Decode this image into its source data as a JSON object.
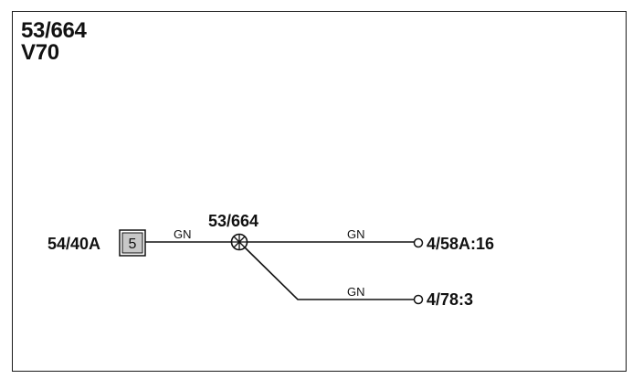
{
  "header": {
    "code": "53/664",
    "model": "V70"
  },
  "diagram": {
    "source": {
      "label": "54/40A",
      "pin": "5"
    },
    "splice": {
      "label": "53/664"
    },
    "wires": [
      {
        "color_code": "GN"
      },
      {
        "color_code": "GN"
      },
      {
        "color_code": "GN"
      }
    ],
    "terminals": [
      {
        "label": "4/58A:16"
      },
      {
        "label": "4/78:3"
      }
    ]
  },
  "colors": {
    "line": "#111111",
    "connector_fill": "#c8c8c8"
  }
}
